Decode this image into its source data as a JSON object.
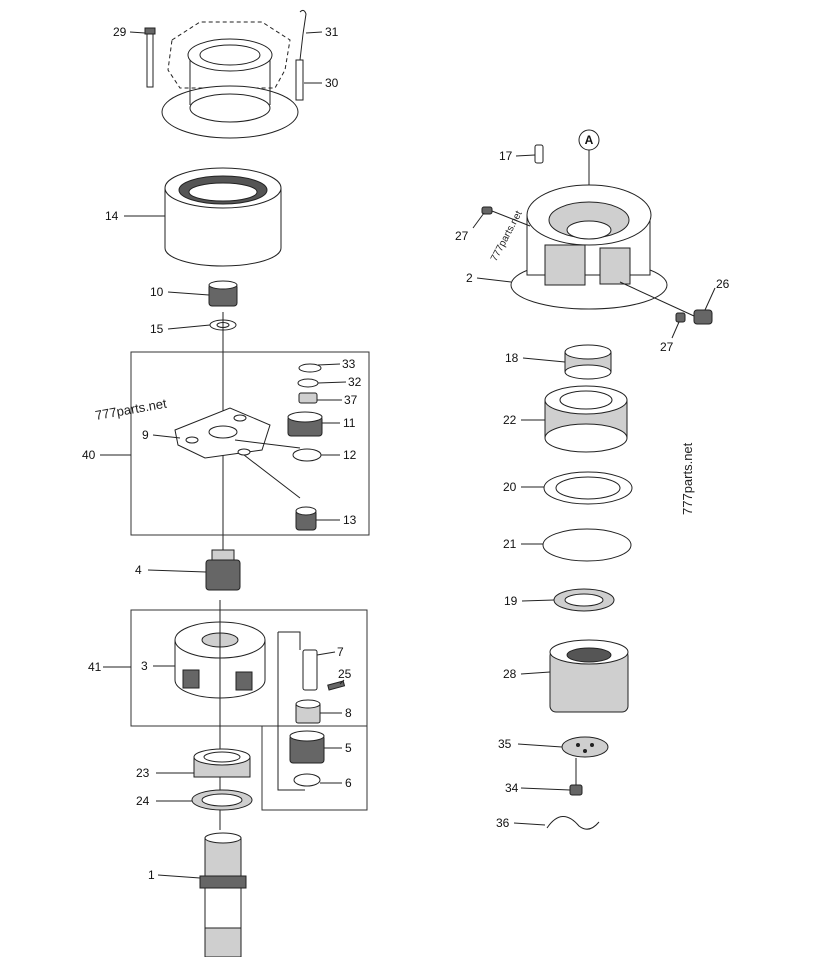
{
  "watermarks": [
    "777parts.net",
    "777parts.net",
    "777parts.net"
  ],
  "view_marker": "A",
  "callouts": [
    "29",
    "31",
    "30",
    "14",
    "10",
    "15",
    "33",
    "32",
    "37",
    "11",
    "9",
    "12",
    "40",
    "13",
    "4",
    "41",
    "3",
    "7",
    "25",
    "8",
    "5",
    "6",
    "23",
    "24",
    "1",
    "17",
    "27",
    "2",
    "26",
    "27",
    "18",
    "22",
    "20",
    "21",
    "19",
    "28",
    "35",
    "34",
    "36"
  ]
}
